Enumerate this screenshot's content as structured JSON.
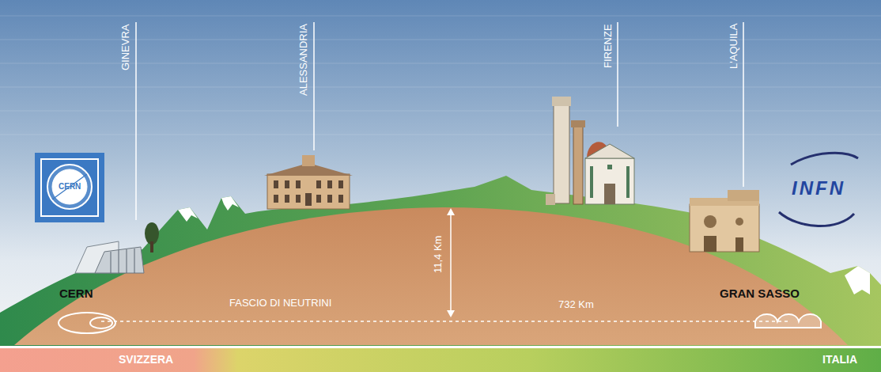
{
  "diagram": {
    "labels": [
      "GINEVRA",
      "ALESSANDRIA",
      "FIRENZE",
      "L'AQUILA",
      "CERN",
      "INFN",
      "CERN",
      "FASCIO DI NEUTRINI",
      "11,4 Km",
      "732 Km",
      "GRAN SASSO",
      "SVIZZERA",
      "ITALIA"
    ]
  }
}
